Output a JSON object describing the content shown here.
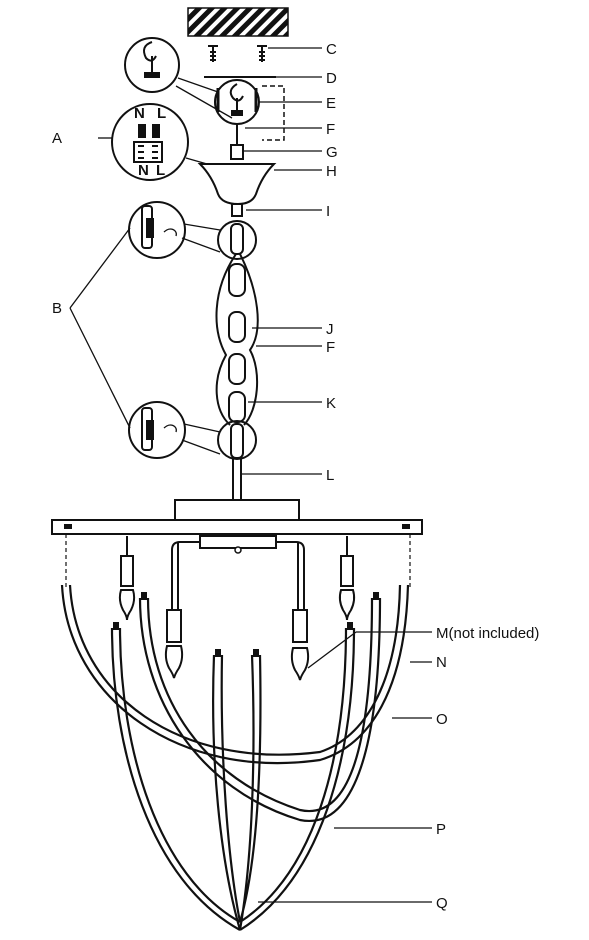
{
  "labels": {
    "A": "A",
    "B": "B",
    "C": "C",
    "D": "D",
    "E": "E",
    "F_top": "F",
    "G": "G",
    "H": "H",
    "I": "I",
    "J": "J",
    "F_mid": "F",
    "K": "K",
    "L": "L",
    "M": "M(not included)",
    "N": "N",
    "O": "O",
    "P": "P",
    "Q": "Q"
  },
  "inset_marks": {
    "n_top": "N",
    "l_top": "L",
    "n_bottom": "N",
    "l_bottom": "L"
  },
  "icons": [
    "ceiling-hatch-icon",
    "screw-icon",
    "hook-icon",
    "wire-connector-icon",
    "chain-link-icon",
    "bulb-icon"
  ]
}
